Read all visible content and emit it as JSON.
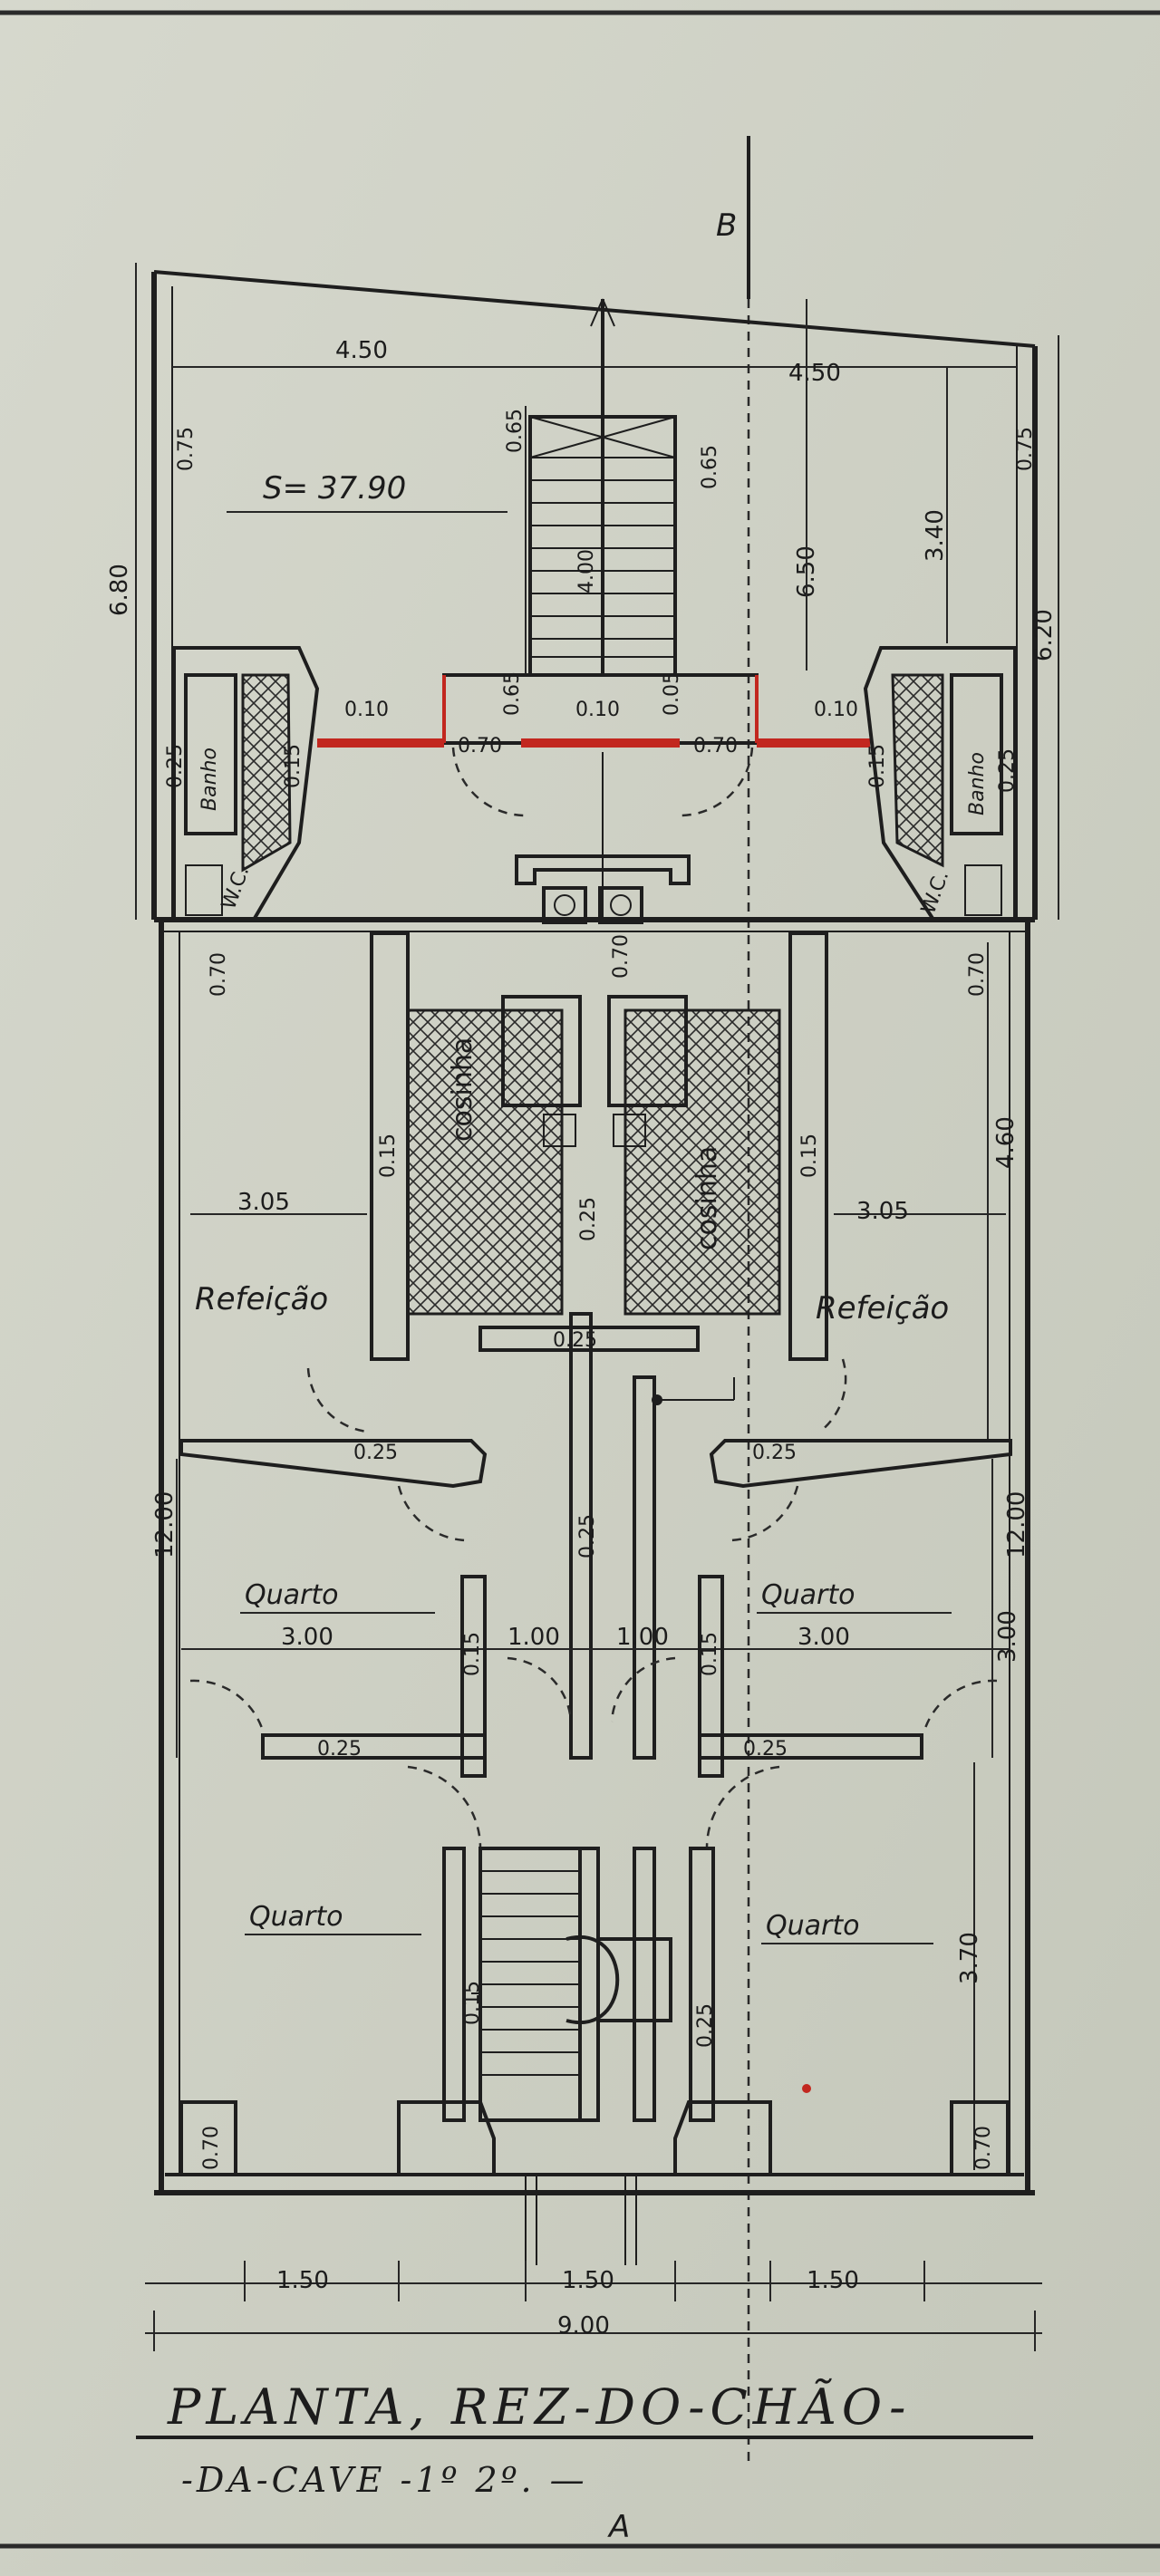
{
  "marker_top": "B",
  "marker_bottom": "A",
  "area_label": "S= 37.90",
  "labels": {
    "rooms": {
      "banho": "Banho",
      "wc": "W.C.",
      "cosinha": "cosinha",
      "refeicao": "Refeição",
      "quarto": "Quarto"
    }
  },
  "dimensions": {
    "top_widths": [
      "4.50",
      "4.50"
    ],
    "left_height": "6.80",
    "right_height": "6.20",
    "right_top": "0.75",
    "right_mid": "3.40",
    "stair_width": "6.50",
    "stair_len": "4.00",
    "stair_top": [
      "0.65",
      "0.65"
    ],
    "wall_010": "0.10",
    "wall_070": "0.70",
    "wall_065": "0.65",
    "wall_025": "0.25",
    "wall_015": "0.15",
    "wall_005": "0.05",
    "refeicao_width": "3.05",
    "refeicao_len": "4.60",
    "quarto_width": "3.00",
    "corridor": "1.00",
    "quarto_len": "3.00",
    "front_len": "3.70",
    "side_total": "12.00",
    "front_bays": [
      "1.50",
      "1.50",
      "1.50"
    ],
    "total_width": "9.00"
  },
  "title": "PLANTA, REZ-DO-CHÃO-",
  "subtitle": "-DA-CAVE -1º 2º. —",
  "colors": {
    "paper": "#cdd0c4",
    "ink": "#1e1e1e",
    "red": "#c2271f"
  }
}
